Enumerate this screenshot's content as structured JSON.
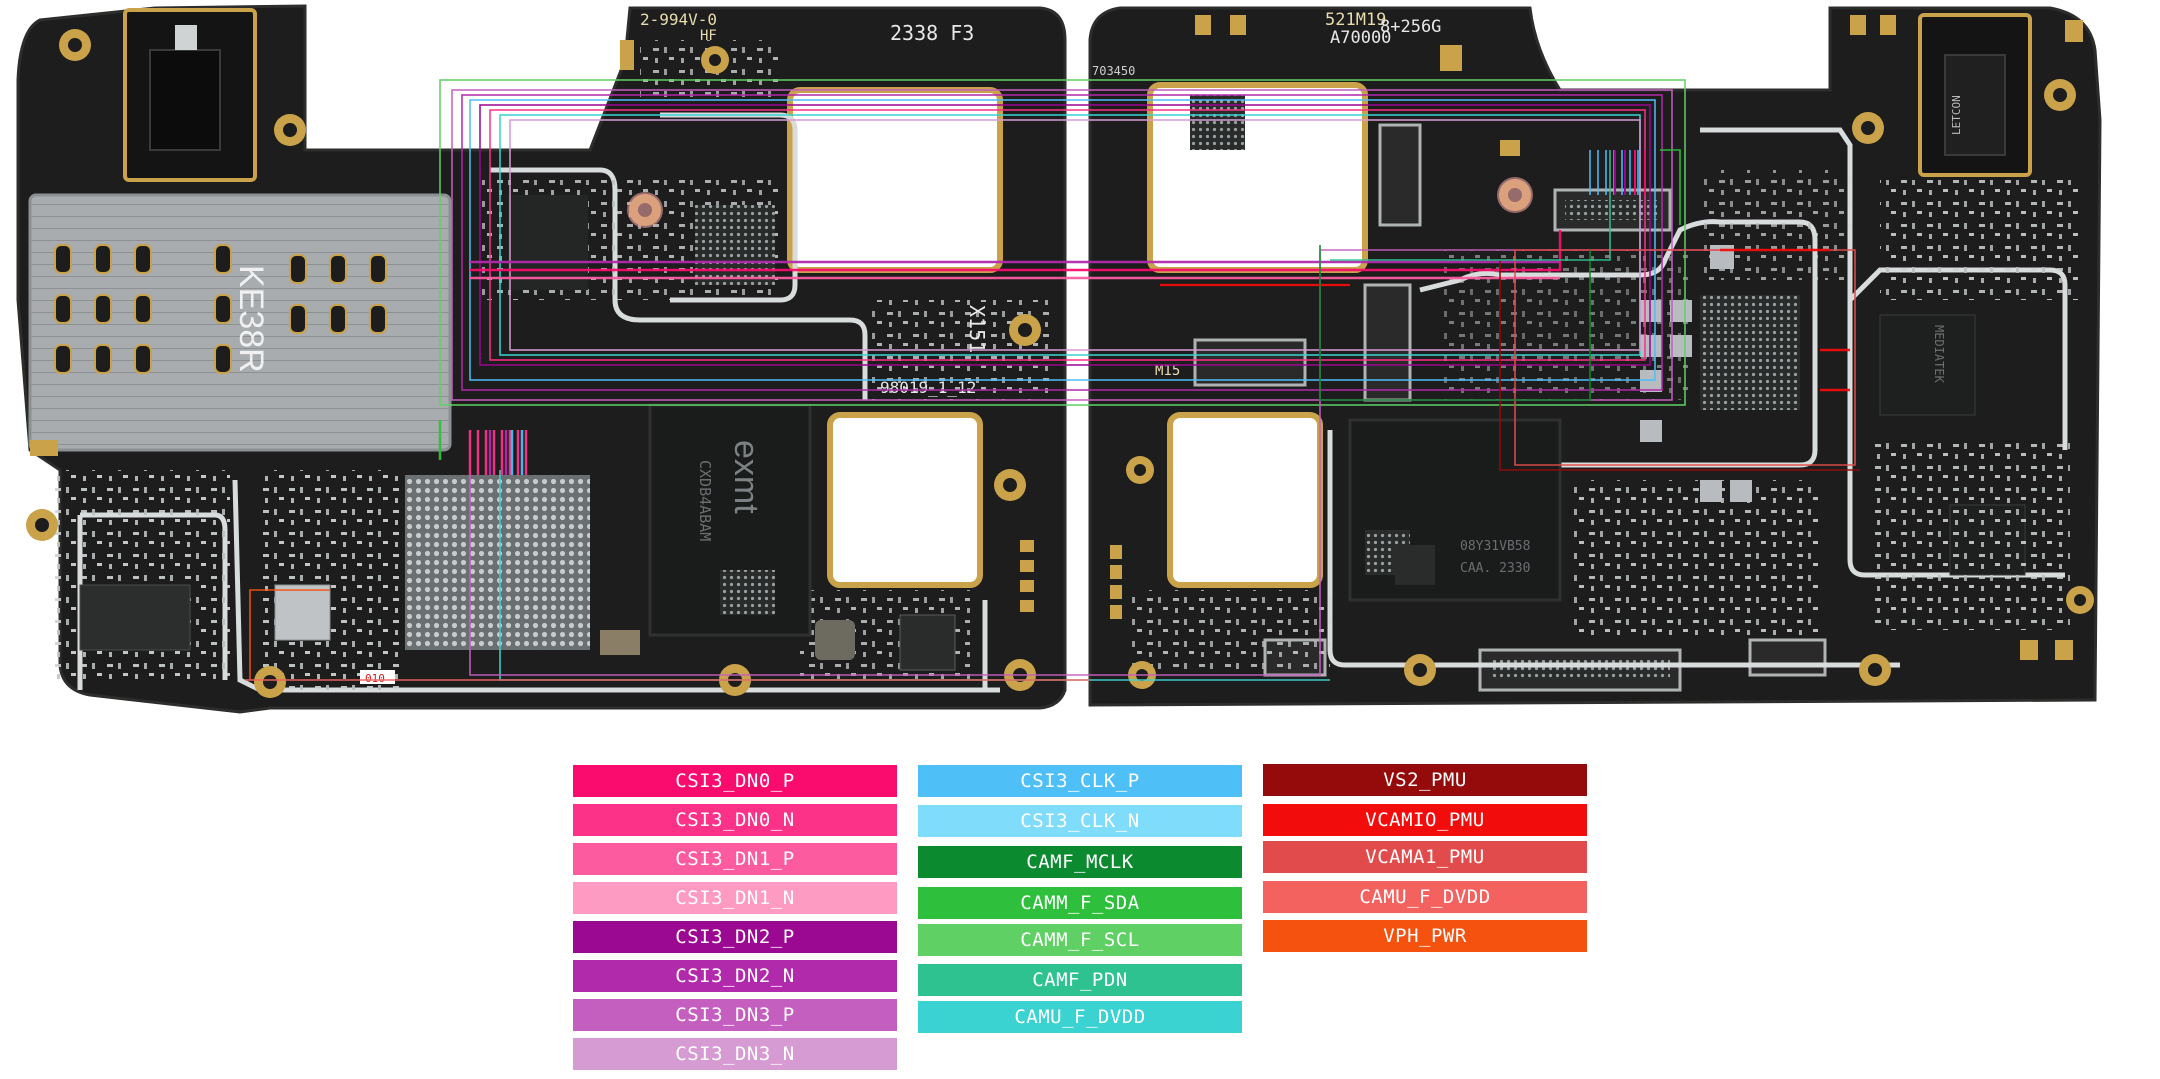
{
  "board": {
    "silkscreen": {
      "sim_tray": "KE38R",
      "left_top_code": "2-994V-0",
      "left_hf": "HF",
      "left_date": "2338 F3",
      "left_x": "X151",
      "left_ref": "98019_1_12",
      "right_model": "521M19",
      "right_sku": "8+256G",
      "right_code": "A70000",
      "right_m15": "M15",
      "right_small": "703450",
      "emmc_brand": "exmt",
      "emmc_code": "CXDB4ABAM",
      "soc_code": "08Y31VB58",
      "soc_code2": "CAA. 2330",
      "audio_jack": "LETCON",
      "chip_right": "MEDIATEK",
      "res_label": "010"
    },
    "colors": {
      "pcb": "#1c1d1c",
      "pcb_edge": "#2a2b29",
      "gold": "#c9a24a",
      "silver": "#b8bcc0",
      "trace_white": "#d9dcdc"
    }
  },
  "legend": {
    "col1": [
      {
        "label": "CSI3_DN0_P",
        "color": "#fa0c6e"
      },
      {
        "label": "CSI3_DN0_N",
        "color": "#fb3288"
      },
      {
        "label": "CSI3_DN1_P",
        "color": "#fc5ba0"
      },
      {
        "label": "CSI3_DN1_N",
        "color": "#fd9bc3"
      },
      {
        "label": "CSI3_DN2_P",
        "color": "#9b0891"
      },
      {
        "label": "CSI3_DN2_N",
        "color": "#b22aac"
      },
      {
        "label": "CSI3_DN3_P",
        "color": "#c55fbf"
      },
      {
        "label": "CSI3_DN3_N",
        "color": "#d79bd3"
      }
    ],
    "col2": [
      {
        "label": "CSI3_CLK_P",
        "color": "#4ebff7"
      },
      {
        "label": "CSI3_CLK_N",
        "color": "#7fdcfa"
      },
      {
        "label": "CAMF_MCLK",
        "color": "#0c8a30"
      },
      {
        "label": "CAMM_F_SDA",
        "color": "#2ec03c"
      },
      {
        "label": "CAMM_F_SCL",
        "color": "#5fd064"
      },
      {
        "label": "CAMF_PDN",
        "color": "#2ec290"
      },
      {
        "label": "CAMU_F_DVDD",
        "color": "#3bd2d2"
      }
    ],
    "col3": [
      {
        "label": "VS2_PMU",
        "color": "#950b0b"
      },
      {
        "label": "VCAMIO_PMU",
        "color": "#f20c0c"
      },
      {
        "label": "VCAMA1_PMU",
        "color": "#e24b4b"
      },
      {
        "label": "CAMU_F_DVDD",
        "color": "#f3625f"
      },
      {
        "label": "VPH_PWR",
        "color": "#f5510f"
      }
    ]
  }
}
